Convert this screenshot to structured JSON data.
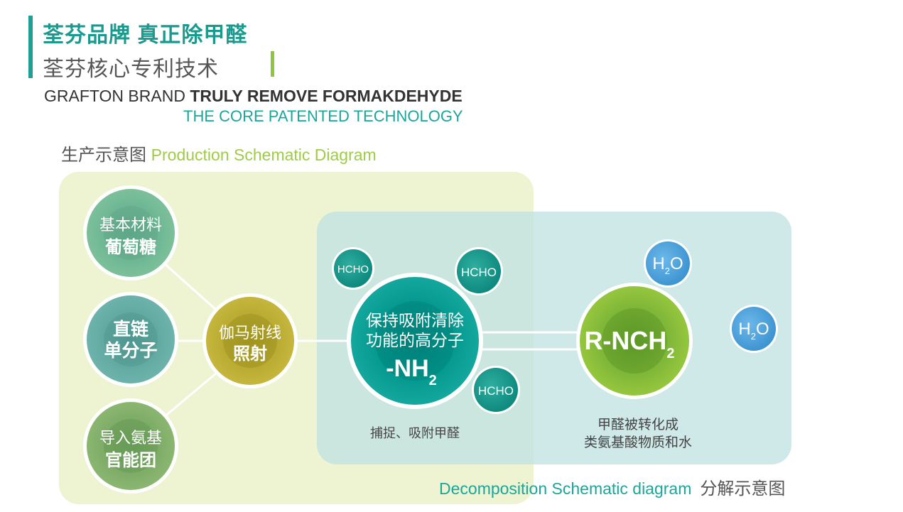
{
  "header": {
    "title_cn": "荃芬品牌 真正除甲醛",
    "subtitle_cn": "荃芬核心专利技术",
    "en_line1_normal": "GRAFTON BRAND ",
    "en_line1_bold": "TRULY REMOVE FORMAKDEHYDE",
    "en_line2": "THE CORE PATENTED TECHNOLOGY"
  },
  "production": {
    "label_cn": "生产示意图 ",
    "label_en": "Production Schematic Diagram"
  },
  "decomposition": {
    "label_en": "Decomposition Schematic diagram",
    "label_cn": "分解示意图"
  },
  "nodes": {
    "glucose": {
      "line1": "基本材料",
      "line2": "葡萄糖"
    },
    "chain": {
      "line1": "直链",
      "line2": "单分子"
    },
    "amino": {
      "line1": "导入氨基",
      "line2": "官能团"
    },
    "gamma": {
      "line1": "伽马射线",
      "line2": "照射"
    },
    "polymer": {
      "line1": "保持吸附清除",
      "line2": "功能的高分子",
      "formula": "-NH",
      "sub": "2"
    },
    "result": {
      "formula": "R-NCH",
      "sub": "2"
    }
  },
  "molecules": {
    "hcho": "HCHO",
    "h2o_h": "H",
    "h2o_sub": "2",
    "h2o_o": "O"
  },
  "captions": {
    "capture": "捕捉、吸附甲醛",
    "convert_1": "甲醛被转化成",
    "convert_2": "类氨基酸物质和水"
  },
  "colors": {
    "teal": "#1a9a8f",
    "lime": "#8dc63f",
    "production_bg": "#eef3d2",
    "decomposition_bg": "#cde6e6"
  }
}
